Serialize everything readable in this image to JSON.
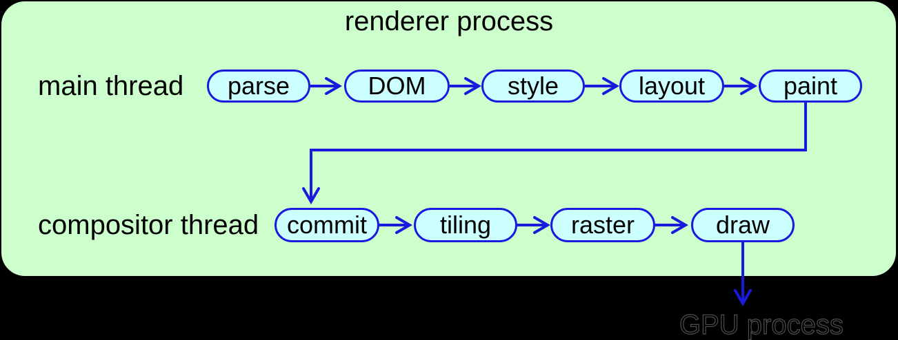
{
  "diagram": {
    "title": "renderer process",
    "rows": [
      {
        "label": "main thread",
        "stages": [
          "parse",
          "DOM",
          "style",
          "layout",
          "paint"
        ]
      },
      {
        "label": "compositor thread",
        "stages": [
          "commit",
          "tiling",
          "raster",
          "draw"
        ]
      }
    ],
    "external": {
      "label": "GPU process"
    },
    "connectors": [
      "parse-to-dom",
      "dom-to-style",
      "style-to-layout",
      "layout-to-paint",
      "paint-to-commit",
      "commit-to-tiling",
      "tiling-to-raster",
      "raster-to-draw",
      "draw-to-gpu-process"
    ],
    "colors": {
      "background": "#000000",
      "container_fill": "#ccffcc",
      "node_fill": "#ccffff",
      "line_and_border": "#1a1ade",
      "text": "#000000",
      "gpu_text_outline": "#4f4f4f"
    }
  }
}
